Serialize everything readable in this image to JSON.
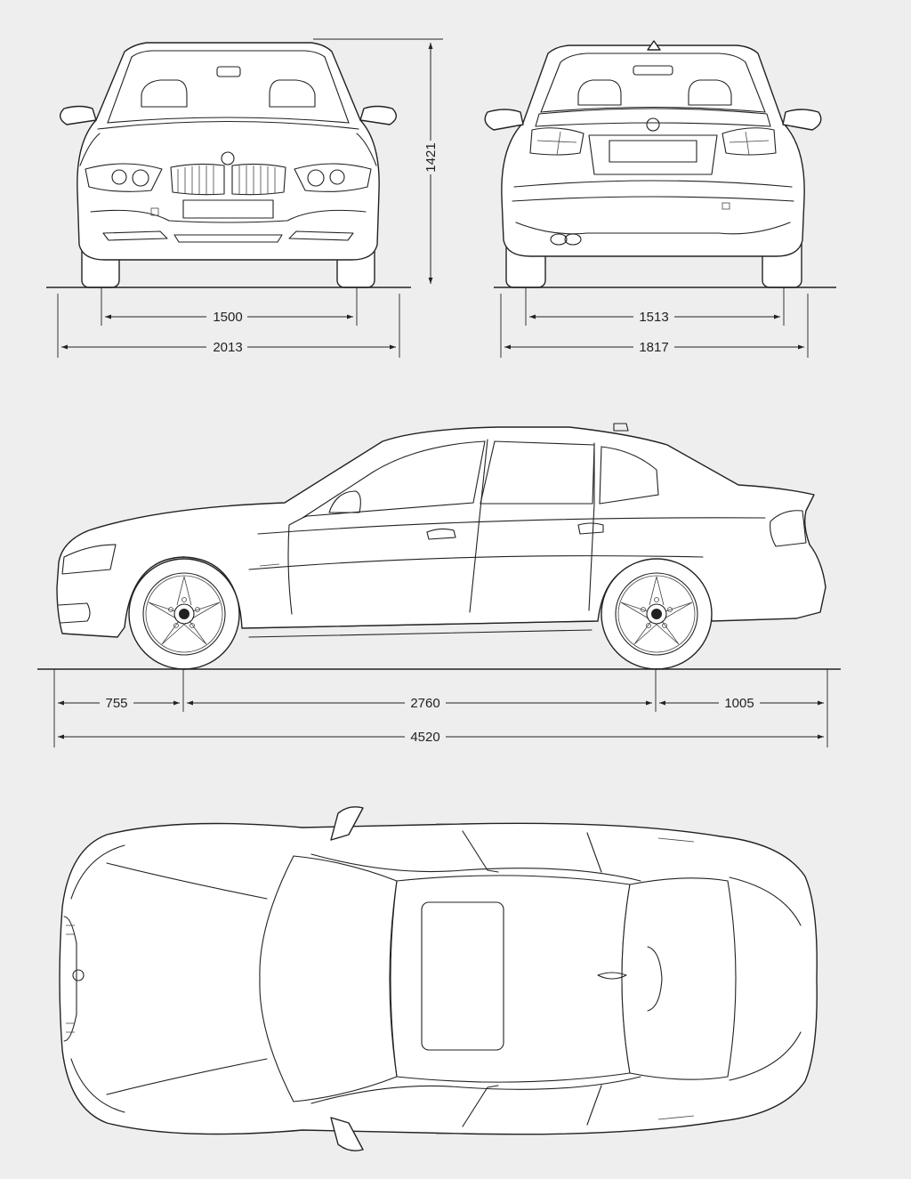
{
  "diagram": {
    "views": [
      "front",
      "rear",
      "side",
      "top"
    ],
    "colors": {
      "background": "#eeeeee",
      "line": "#222222",
      "body": "#ffffff"
    },
    "dimensions": {
      "front_track": "1500",
      "front_width": "2013",
      "height": "1421",
      "rear_track": "1513",
      "rear_width": "1817",
      "front_overhang": "755",
      "wheelbase": "2760",
      "rear_overhang": "1005",
      "length": "4520"
    }
  }
}
